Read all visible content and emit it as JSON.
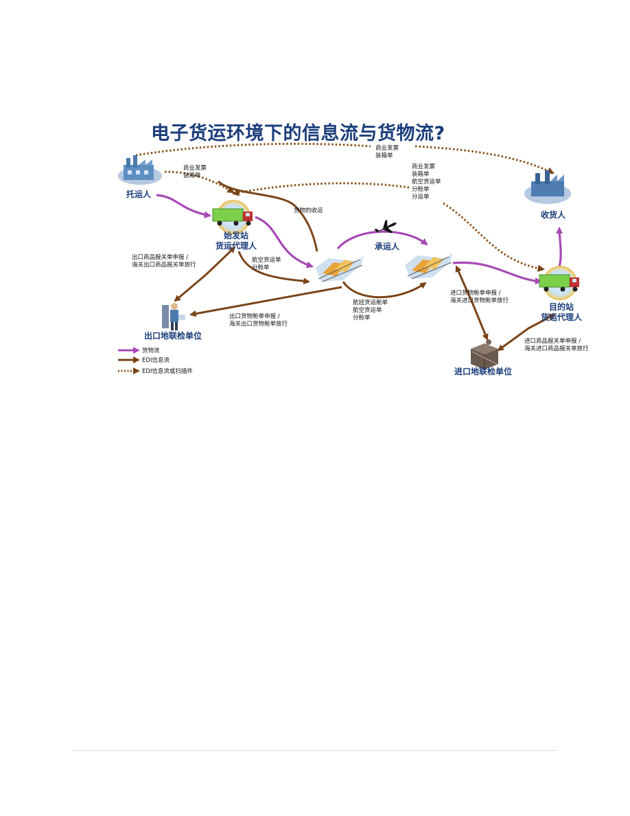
{
  "title": "电子货运环境下的信息流与货物流?",
  "nodes": {
    "shipper": "托运人",
    "consignee": "收货人",
    "origin_agent_line1": "始发站",
    "origin_agent_line2": "货运代理人",
    "carrier": "承运人",
    "dest_agent_line1": "目的站",
    "dest_agent_line2": "货运代理人",
    "export_inspection": "出口地联检单位",
    "import_inspection": "进口地联检单位"
  },
  "notes": {
    "top_docs": [
      "商业发票",
      "装箱单"
    ],
    "shipper_docs": [
      "商业发票",
      "装箱单"
    ],
    "carrier_docs": [
      "商业发票",
      "装箱单",
      "航空货运单",
      "分舱单",
      "分运单"
    ],
    "cargo_receipt": "货物的收运",
    "origin_to_carrier": [
      "航空货运单",
      "分舱单"
    ],
    "flight_docs": [
      "航班货运舱单",
      "航空货运单",
      "分舱单"
    ],
    "export_declaration": [
      "出口商品报关单申报 /",
      "海关出口商品报关单放行"
    ],
    "export_manifest": [
      "出口货物舱单申报 /",
      "海关出口货物舱单放行"
    ],
    "import_manifest": [
      "进口货物舱单申报 /",
      "海关进口货物舱单放行"
    ],
    "import_declaration": [
      "进口商品报关单申报 /",
      "海关进口商品报关单放行"
    ]
  },
  "legend": [
    {
      "style": "goods",
      "label": "货物流"
    },
    {
      "style": "edi",
      "label": "EDI信息流"
    },
    {
      "style": "dotted",
      "label": "EDI信息流或扫描件"
    }
  ],
  "colors": {
    "goods_flow": "#a64ab4",
    "edi_flow": "#7a4418",
    "title": "#1b3d7a"
  },
  "icons": [
    "factory-icon",
    "truck-icon",
    "airplane-icon",
    "airport-icon",
    "inspector-icon",
    "cargo-box-icon"
  ]
}
